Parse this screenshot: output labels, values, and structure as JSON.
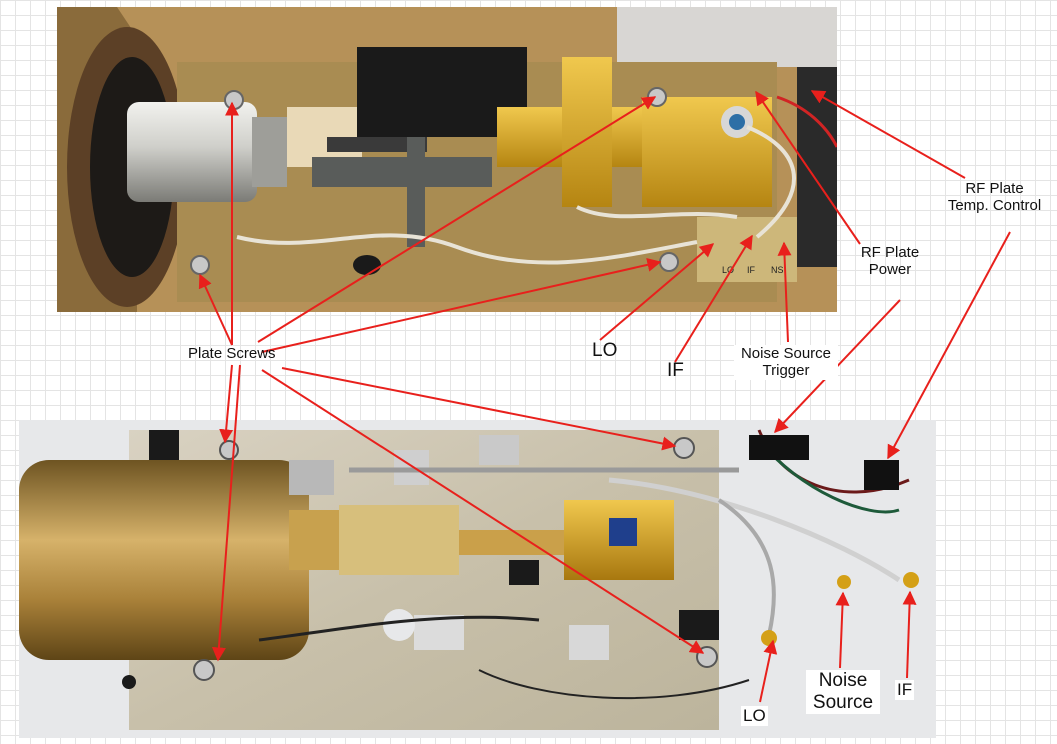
{
  "labels": {
    "plate_screws": "Plate Screws",
    "lo_top": "LO",
    "if_top": "IF",
    "noise_source_trigger_line1": "Noise Source",
    "noise_source_trigger_line2": "Trigger",
    "rf_plate_power_line1": "RF Plate",
    "rf_plate_power_line2": "Power",
    "rf_plate_temp_line1": "RF Plate",
    "rf_plate_temp_line2": "Temp. Control",
    "lo_bottom": "LO",
    "noise_source_line1": "Noise",
    "noise_source_line2": "Source",
    "if_bottom": "IF",
    "connector_text_lo": "LO",
    "connector_text_if": "IF",
    "connector_text_ns": "NS"
  },
  "colors": {
    "arrow": "#e8201c",
    "brass": "#c9a24a",
    "gold": "#d4a017",
    "plate_top": "#a8894a",
    "plate_bottom": "#cfc7b4"
  }
}
